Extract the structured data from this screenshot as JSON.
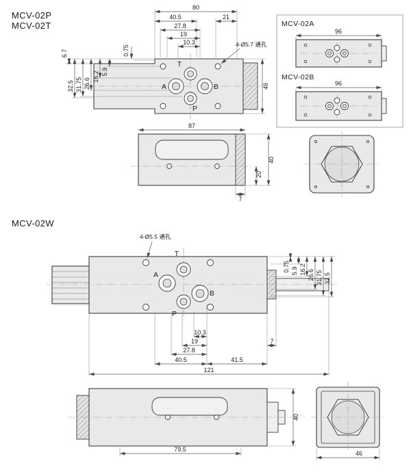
{
  "page": {
    "model_p": "MCV-02P",
    "model_t": "MCV-02T",
    "model_w": "MCV-02W"
  },
  "top_view": {
    "hole_note": "4-Ø5.7 通孔",
    "port_t": "T",
    "port_a": "A",
    "port_b": "B",
    "port_p": "P",
    "dim_80": "80",
    "dim_40_5": "40.5",
    "dim_21": "21",
    "dim_27_8": "27.8",
    "dim_19": "19",
    "dim_10_3": "10.3",
    "dim_6_7": "6.7",
    "dim_0_75": "0.75",
    "dim_5_9": "5.9",
    "dim_16_2": "16.2",
    "dim_26_6": "26.6",
    "dim_31_75": "31.75",
    "dim_32_5": "32.5",
    "dim_46": "46"
  },
  "side_view": {
    "dim_87": "87",
    "dim_40": "40",
    "dim_20": "20",
    "dim_7": "7"
  },
  "inset": {
    "label_a": "MCV-02A",
    "label_b": "MCV-02B",
    "dim_a_96": "96",
    "dim_b_96": "96"
  },
  "w_view": {
    "hole_note": "4-Ø5.5 通孔",
    "port_t": "T",
    "port_a": "A",
    "port_b": "B",
    "port_p": "P",
    "dim_0_75": "0.75",
    "dim_5_9": "5.9",
    "dim_16_2": "16.2",
    "dim_26_6": "26.6",
    "dim_31_75": "31.75",
    "dim_32_5": "32.5",
    "dim_10_3": "10.3",
    "dim_19": "19",
    "dim_27_8": "27.8",
    "dim_7": "7",
    "dim_40_5": "40.5",
    "dim_41_5": "41.5",
    "dim_121": "121"
  },
  "w_side_view": {
    "dim_79_5": "79.5",
    "dim_40": "40"
  },
  "w_end_view": {
    "dim_46": "46"
  }
}
